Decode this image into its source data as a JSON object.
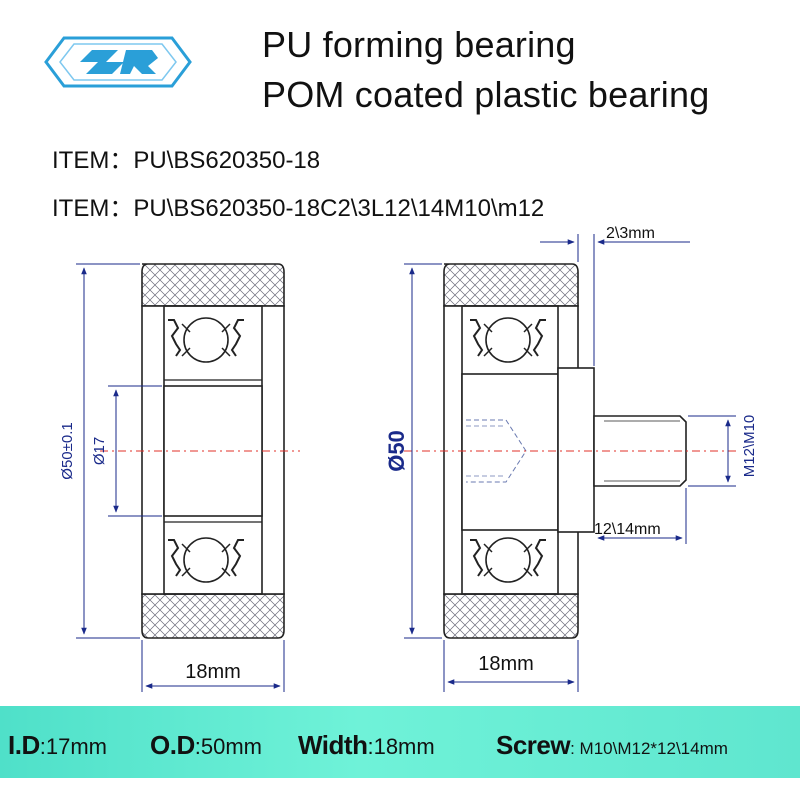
{
  "header": {
    "title_line1": "PU  forming  bearing",
    "title_line2": "POM coated plastic bearing"
  },
  "items": [
    {
      "label": "ITEM：",
      "code": "PU\\BS620350-18"
    },
    {
      "label": "ITEM：",
      "code": "PU\\BS620350-18C2\\3L12\\14M10\\m12"
    }
  ],
  "left_view": {
    "od_label": "Ø50±0.1",
    "id_label": "Ø17",
    "width_label": "18mm"
  },
  "right_view": {
    "od_label": "Ø50",
    "step_label": "2\\3mm",
    "shaft_label": "12\\14mm",
    "thread_label": "M12\\M10",
    "width_label": "18mm"
  },
  "specs": {
    "id_key": "I.D",
    "id_value": ":17mm",
    "od_key": "O.D",
    "od_value": ":50mm",
    "width_key": "Width",
    "width_value": ":18mm",
    "screw_key": "Screw",
    "screw_value": ": M10\\M12*12\\14mm"
  },
  "colors": {
    "banner": "#5fe6cf",
    "dimension_line": "#1a2a8a",
    "center_line": "#e0302a",
    "logo": "#2a9fd8"
  }
}
